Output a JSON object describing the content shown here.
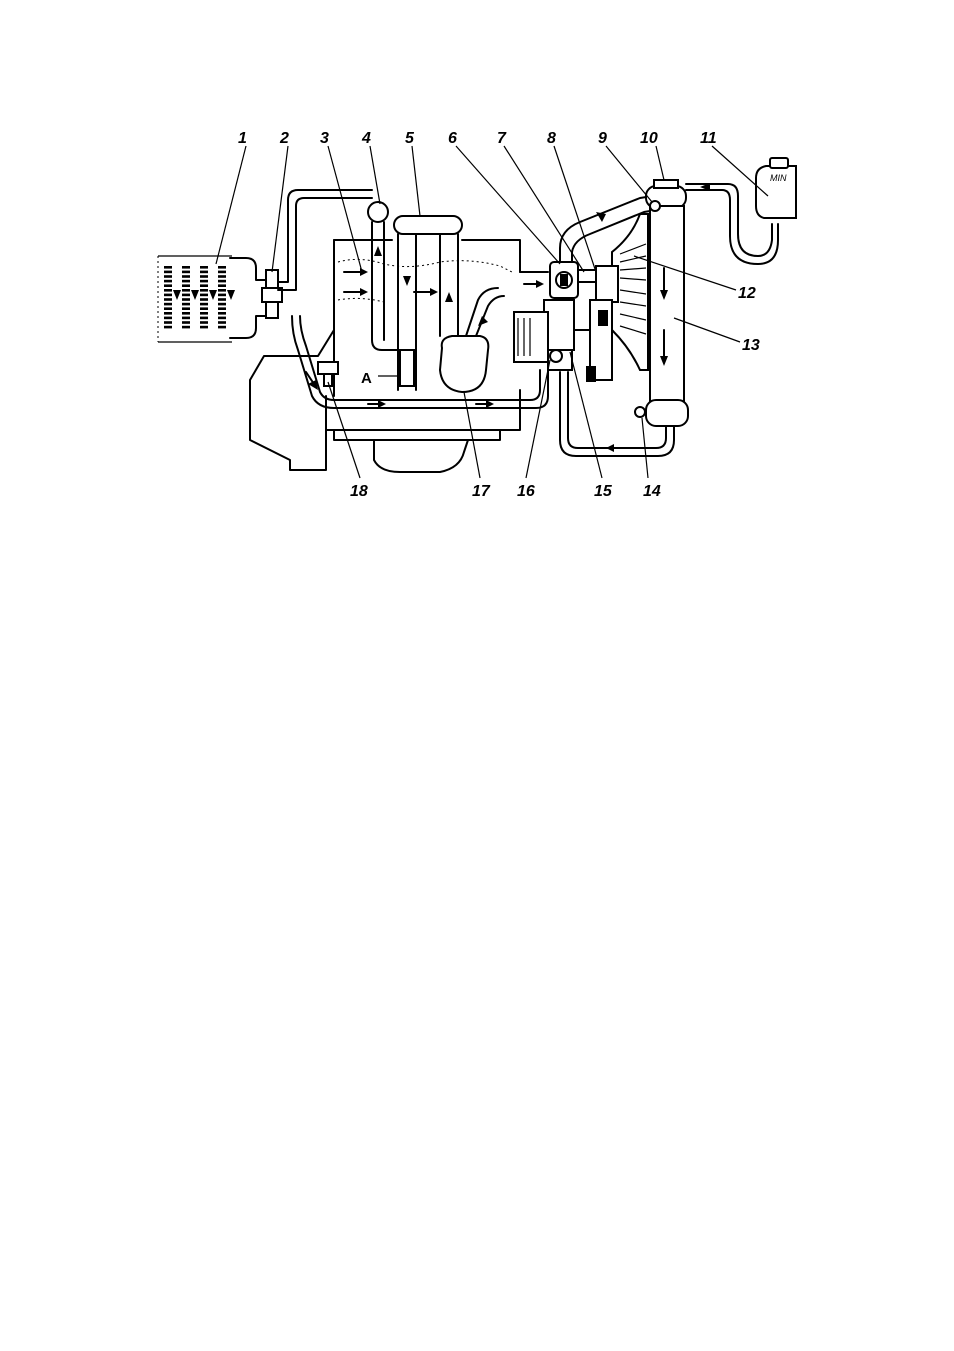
{
  "callouts": [
    {
      "id": "c1",
      "label": "1"
    },
    {
      "id": "c2",
      "label": "2"
    },
    {
      "id": "c3",
      "label": "3"
    },
    {
      "id": "c4",
      "label": "4"
    },
    {
      "id": "c5",
      "label": "5"
    },
    {
      "id": "c6",
      "label": "6"
    },
    {
      "id": "c7",
      "label": "7"
    },
    {
      "id": "c8",
      "label": "8"
    },
    {
      "id": "c9",
      "label": "9"
    },
    {
      "id": "c10",
      "label": "10"
    },
    {
      "id": "c11",
      "label": "11"
    },
    {
      "id": "c12",
      "label": "12"
    },
    {
      "id": "c13",
      "label": "13"
    },
    {
      "id": "c14",
      "label": "14"
    },
    {
      "id": "c15",
      "label": "15"
    },
    {
      "id": "c16",
      "label": "16"
    },
    {
      "id": "c17",
      "label": "17"
    },
    {
      "id": "c18",
      "label": "18"
    }
  ],
  "point_label": "A",
  "tank_mark": "MIN"
}
